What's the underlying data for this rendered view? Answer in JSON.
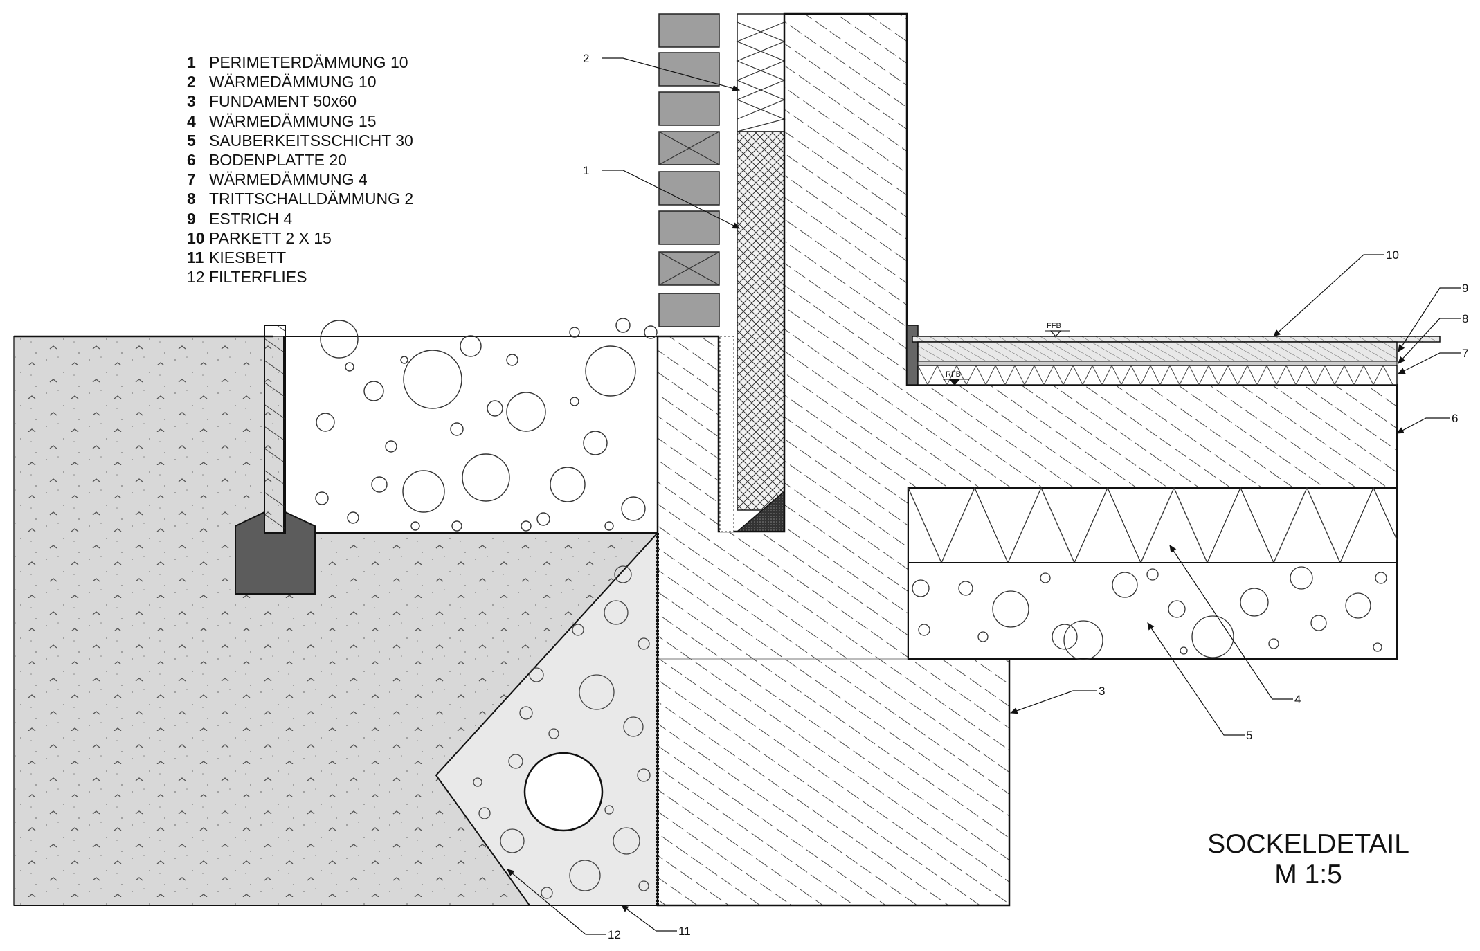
{
  "legend": [
    {
      "num": "1",
      "text": "PERIMETERDÄMMUNG 10"
    },
    {
      "num": "2",
      "text": "WÄRMEDÄMMUNG 10"
    },
    {
      "num": "3",
      "text": "FUNDAMENT 50x60"
    },
    {
      "num": "4",
      "text": "WÄRMEDÄMMUNG 15"
    },
    {
      "num": "5",
      "text": "SAUBERKEITSSCHICHT 30"
    },
    {
      "num": "6",
      "text": "BODENPLATTE 20"
    },
    {
      "num": "7",
      "text": "WÄRMEDÄMMUNG 4"
    },
    {
      "num": "8",
      "text": "TRITTSCHALLDÄMMUNG 2"
    },
    {
      "num": "9",
      "text": "ESTRICH 4"
    },
    {
      "num": "10",
      "text": "PARKETT 2 X 15"
    },
    {
      "num": "11",
      "text": "KIESBETT"
    },
    {
      "num": "12",
      "text": "FILTERFLIES"
    }
  ],
  "callouts": {
    "c1": "1",
    "c2": "2",
    "c3": "3",
    "c4": "4",
    "c5": "5",
    "c6": "6",
    "c7": "7",
    "c8": "8",
    "c9": "9",
    "c10": "10",
    "c11": "11",
    "c12": "12"
  },
  "level_marks": {
    "ffb": "FFB",
    "rfb": "RFB"
  },
  "title": {
    "line1": "SOCKELDETAIL",
    "line2": "M 1:5"
  },
  "colors": {
    "concrete_hatch": "#222222",
    "soil_fill": "#d9d9d9",
    "gravel_fill": "#e6e6e6",
    "brick_fill": "#9e9e9e",
    "seal_fill": "#444444"
  }
}
